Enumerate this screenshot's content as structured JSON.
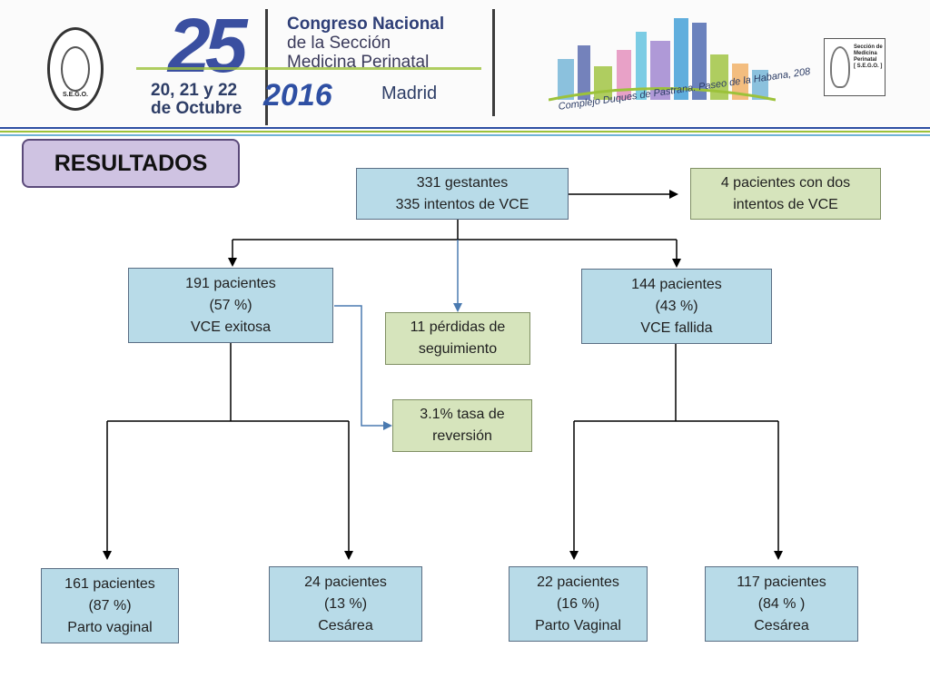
{
  "header": {
    "seal_text": "S.E.G.O.",
    "number": "25",
    "dates": [
      "20, 21 y 22",
      "de Octubre"
    ],
    "year": "2016",
    "congress": [
      "Congreso Nacional",
      "de la Sección",
      "Medicina Perinatal"
    ],
    "city": "Madrid",
    "venue": "Complejo Duques de Pastrana. Paseo de la Habana, 208",
    "section_logo": [
      "Sección de",
      "Medicina",
      "Perinatal",
      "[ S.E.G.O. ]"
    ]
  },
  "title": "RESULTADOS",
  "colors": {
    "blue_box": "#b8dbe8",
    "green_box": "#d6e4bc",
    "title_box": "#cfc3e2"
  },
  "nodes": {
    "root": [
      "331 gestantes",
      "335 intentos de VCE"
    ],
    "repeat": [
      "4 pacientes con dos",
      "intentos de VCE"
    ],
    "success": [
      "191 pacientes",
      "(57 %)",
      "VCE exitosa"
    ],
    "lost": [
      "11 pérdidas de",
      "seguimiento"
    ],
    "failed": [
      "144 pacientes",
      "(43 %)",
      "VCE fallida"
    ],
    "reversion": [
      "3.1% tasa de",
      "reversión"
    ],
    "s_vaginal": [
      "161 pacientes",
      "(87 %)",
      "Parto vaginal"
    ],
    "s_cesarean": [
      "24 pacientes",
      "(13 %)",
      "Cesárea"
    ],
    "f_vaginal": [
      "22 pacientes",
      "(16 %)",
      "Parto Vaginal"
    ],
    "f_cesarean": [
      "117 pacientes",
      "(84 % )",
      "Cesárea"
    ]
  }
}
